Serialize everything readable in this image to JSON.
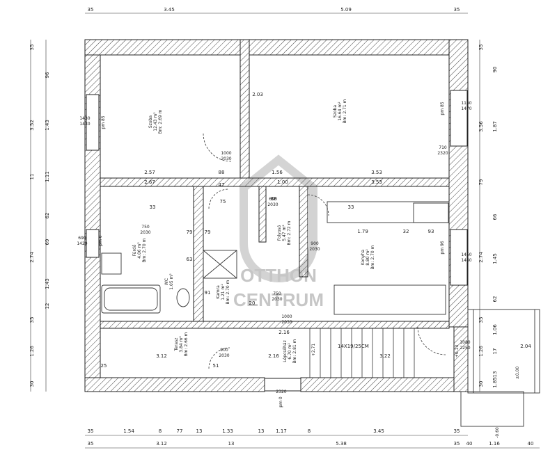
{
  "dimensions": {
    "top_row": [
      "35",
      "3.45",
      "5.09",
      "35"
    ],
    "bottom_row1": [
      "35",
      "1.54",
      "8",
      "77",
      "13",
      "1.33",
      "13",
      "1.17",
      "8",
      "3.45",
      "35"
    ],
    "bottom_row2": [
      "35",
      "3.12",
      "13",
      "5.38",
      "35",
      "40",
      "1.16",
      "40"
    ],
    "left_col1": [
      "35",
      "3.52",
      "11",
      "2.74",
      "35",
      "1.26",
      "30"
    ],
    "left_col2": [
      "96",
      "1.43",
      "1.11",
      "62",
      "69",
      "1.43",
      "12"
    ],
    "right_col1": [
      "35",
      "3.56",
      "79",
      "2.74",
      "35",
      "1.26",
      "30"
    ],
    "right_col2": [
      "90",
      "1.87",
      "66",
      "1.45",
      "62",
      "1.06",
      "17",
      "13",
      "1.85"
    ],
    "interior": [
      "2.57",
      "88",
      "1.56",
      "3.53",
      "2.67",
      "1.00",
      "3.53",
      "75",
      "33",
      "1.79",
      "32",
      "93",
      "3.12",
      "2.16",
      "3.22",
      "25",
      "51",
      "2.03",
      "33",
      "79",
      "79",
      "63",
      "91",
      "2.04",
      "47",
      "88",
      "2.16",
      "20"
    ]
  },
  "rooms": [
    {
      "name": "Szoba",
      "area": "12.43 m²",
      "height": "Bm: 2.69 m"
    },
    {
      "name": "Szoba",
      "area": "16.64 m²",
      "height": "Bm: 2.71 m"
    },
    {
      "name": "Fürdő",
      "area": "4.06 m²",
      "height": "Bm: 2.70 m"
    },
    {
      "name": "Kamra",
      "area": "1.21 m²",
      "height": "Bm: 2.70 m"
    },
    {
      "name": "Folyosó",
      "area": "5.47 m²",
      "height": "Bm: 2.72 m"
    },
    {
      "name": "Konyha",
      "area": "8.80 m²",
      "height": "Bm: 2.70 m"
    },
    {
      "name": "Terasz",
      "area": "3.84 m²",
      "height": "Bm: 2.66 m"
    },
    {
      "name": "Lépcsőház",
      "area": "6.70 m²",
      "height": "Bm: 2.81 m"
    },
    {
      "name": "WC",
      "area": "1.05 m²",
      "height": ""
    }
  ],
  "openings": [
    {
      "label": "1430\n1430"
    },
    {
      "label": "1160\n1470"
    },
    {
      "label": "1000\n2030"
    },
    {
      "label": "710\n2320"
    },
    {
      "label": "690\n1420"
    },
    {
      "label": "750\n2030"
    },
    {
      "label": "750\n2030"
    },
    {
      "label": "900\n2030"
    },
    {
      "label": "1450\n1460"
    },
    {
      "label": "900\n2030"
    },
    {
      "label": "1080\n2250"
    },
    {
      "label": "1000\n2030"
    },
    {
      "label": "2320"
    },
    {
      "label": "600\n2030"
    }
  ],
  "parapets": [
    "pm 85",
    "pm 85",
    "pm 0",
    "pm 96",
    "pm 0"
  ],
  "stairs": "14X19/25CM",
  "levels": [
    "+2.71",
    "+0.13",
    "±0.00",
    "-0.60"
  ],
  "watermark": {
    "line1": "OTTHON",
    "line2": "CENTRUM"
  }
}
